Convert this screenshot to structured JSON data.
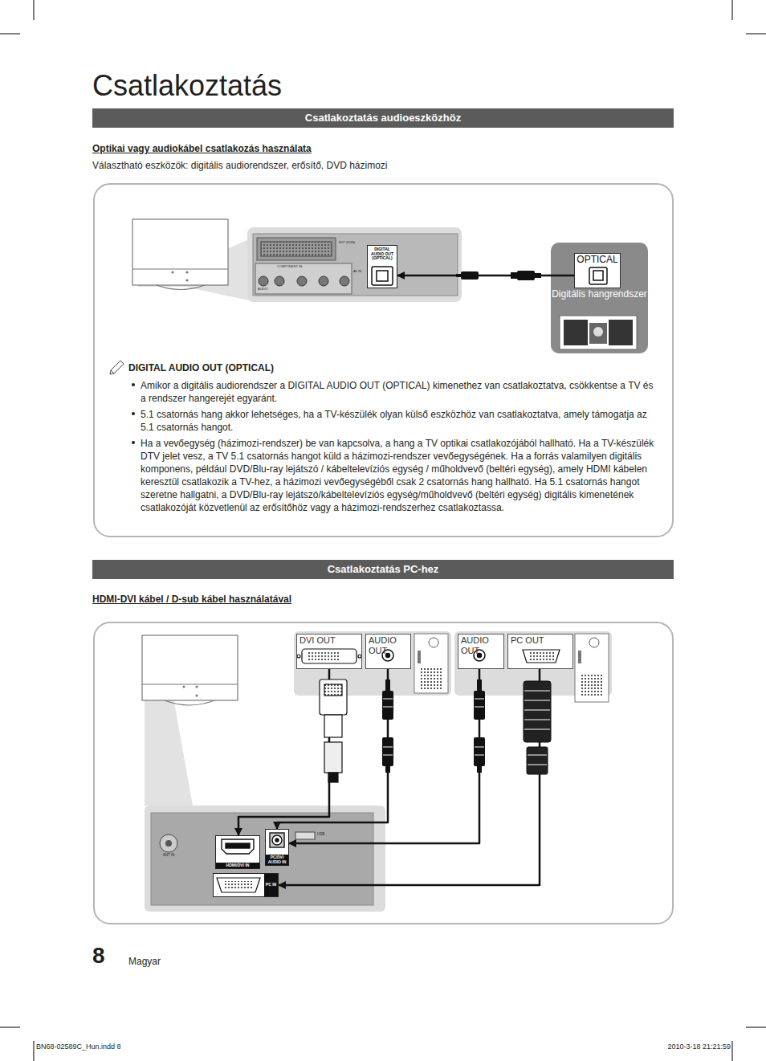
{
  "diagram": {
    "title": "Csatlakoztatás",
    "nodes": [
      {
        "text": [
          "Csatlakoztatás audioeszközhöz"
        ]
      },
      {
        "text": [
          "DIGITAL AUDIO OUT (OPTICAL)"
        ]
      },
      {
        "text": [
          "Digitális hangrendszer"
        ]
      },
      {
        "text": [
          "OPTICAL"
        ],
        "in": 2
      },
      {
        "text": [
          "Csatlakoztatás PC-hez"
        ]
      },
      {
        "text": [
          "DVI OUT"
        ]
      },
      {
        "text": [
          "AUDIO OUT"
        ]
      },
      {
        "text": [
          "AUDIO OUT"
        ]
      },
      {
        "text": [
          "PC OUT"
        ]
      },
      {
        "text": [
          "HDMI/DVI IN"
        ]
      },
      {
        "text": [
          "PC/DVI AUDIO IN"
        ]
      },
      {
        "text": [
          "PC IN"
        ]
      }
    ],
    "edges": [
      {
        "from": 3,
        "to": 1,
        "arrow": "to"
      },
      {
        "from": 5,
        "to": 9,
        "arrow": "to"
      },
      {
        "from": 6,
        "to": 10,
        "arrow": "to"
      },
      {
        "from": 7,
        "to": 10,
        "arrow": "to"
      },
      {
        "from": 8,
        "to": 11,
        "arrow": "to"
      }
    ],
    "labels": [
      "Optikai vagy audiokábel csatlakozás használata",
      "Választható eszközök: digitális audiorendszer, erősítő, DVD házimozi",
      "EXT (RGB)",
      "COMPONENT IN",
      "AUDIO",
      "AV IN",
      "DIGITAL AUDIO OUT (OPTICAL)",
      "Amikor a digitális audiorendszer a DIGITAL AUDIO OUT (OPTICAL) kimenethez van csatlakoztatva, csökkentse a TV és a rendszer hangerejét egyaránt.",
      "5.1 csatornás hang akkor lehetséges, ha a TV-készülék olyan külső eszközhöz van csatlakoztatva, amely támogatja az 5.1 csatornás hangot.",
      "Ha a vevőegység (házimozi-rendszer) be van kapcsolva, a hang a TV optikai csatlakozójából hallható. Ha a TV-készülék DTV jelet vesz, a TV 5.1 csatornás hangot küld a házimozi-rendszer vevőegységének. Ha a forrás valamilyen digitális komponens, például DVD/Blu-ray lejátszó / kábeltelevíziós egység / műholdvevő (beltéri egység), amely HDMI kábelen keresztül csatlakozik a TV-hez, a házimozi vevőegységéből csak 2 csatornás hang hallható. Ha 5.1 csatornás hangot szeretne hallgatni, a DVD/Blu-ray lejátszó/kábeltelevíziós egység/műholdvevő (beltéri egység) digitális kimenetének csatlakozóját közvetlenül az erősítőhöz vagy a házimozi-rendszerhez csatlakoztassa.",
      "HDMI-DVI kábel / D-sub kábel használatával",
      "ANT IN",
      "USB",
      "8",
      "Magyar",
      "BN68-02589C_Hun.indd 8",
      "2010-3-18 21:21:59"
    ]
  }
}
